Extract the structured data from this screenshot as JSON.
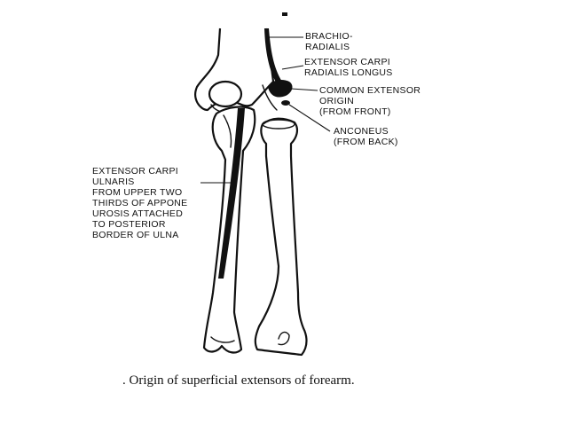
{
  "labels": {
    "brachioradialis": [
      "BRACHIO-",
      "RADIALIS"
    ],
    "ecrl": [
      "EXTENSOR CARPI",
      "RADIALIS LONGUS"
    ],
    "common_extensor": [
      "COMMON EXTENSOR",
      "ORIGIN",
      "(FROM FRONT)"
    ],
    "anconeus": [
      "ANCONEUS",
      "(FROM BACK)"
    ],
    "ecu": [
      "EXTENSOR CARPI",
      "ULNARIS",
      "FROM UPPER TWO",
      "THIRDS OF APPONE",
      "UROSIS ATTACHED",
      "TO POSTERIOR",
      "BORDER OF ULNA"
    ]
  },
  "caption": ". Origin of superficial extensors of forearm.",
  "colors": {
    "ink": "#111111",
    "paper": "#ffffff"
  }
}
